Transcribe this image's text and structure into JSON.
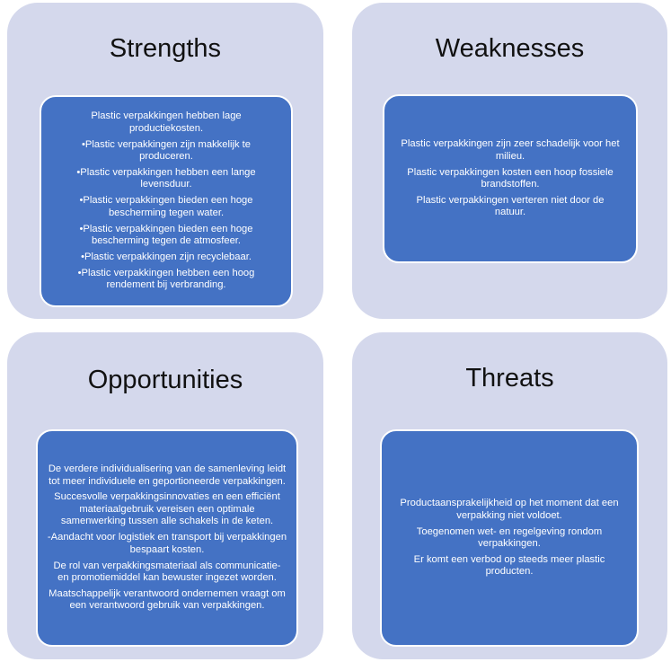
{
  "strengths": {
    "title": "Strengths",
    "items": [
      "Plastic verpakkingen hebben lage productiekosten.",
      "•Plastic verpakkingen zijn makkelijk te produceren.",
      "•Plastic verpakkingen hebben een lange levensduur.",
      "•Plastic verpakkingen bieden een hoge bescherming tegen water.",
      "•Plastic verpakkingen bieden een hoge bescherming tegen de atmosfeer.",
      "•Plastic verpakkingen zijn recyclebaar.",
      "•Plastic verpakkingen hebben een hoog rendement bij verbranding."
    ]
  },
  "weaknesses": {
    "title": "Weaknesses",
    "items": [
      "Plastic verpakkingen zijn zeer schadelijk voor het milieu.",
      "Plastic verpakkingen kosten een hoop fossiele brandstoffen.",
      "Plastic verpakkingen verteren niet door de natuur."
    ]
  },
  "opportunities": {
    "title": "Opportunities",
    "items": [
      "De verdere individualisering van de samenleving leidt tot meer individuele en geportioneerde verpakkingen.",
      "Succesvolle verpakkingsinnovaties en een efficiënt materiaalgebruik vereisen een optimale samenwerking tussen alle schakels in de keten.",
      "-Aandacht voor logistiek en transport bij verpakkingen bespaart kosten.",
      "De rol van verpakkingsmateriaal als communicatie- en promotiemiddel kan bewuster ingezet worden.",
      "Maatschappelijk verantwoord ondernemen vraagt om een verantwoord gebruik van verpakkingen."
    ]
  },
  "threats": {
    "title": "Threats",
    "items": [
      "Productaansprakelijkheid op het moment dat een verpakking niet voldoet.",
      "Toegenomen wet- en regelgeving rondom verpakkingen.",
      "Er komt een verbod op steeds meer plastic producten."
    ]
  }
}
